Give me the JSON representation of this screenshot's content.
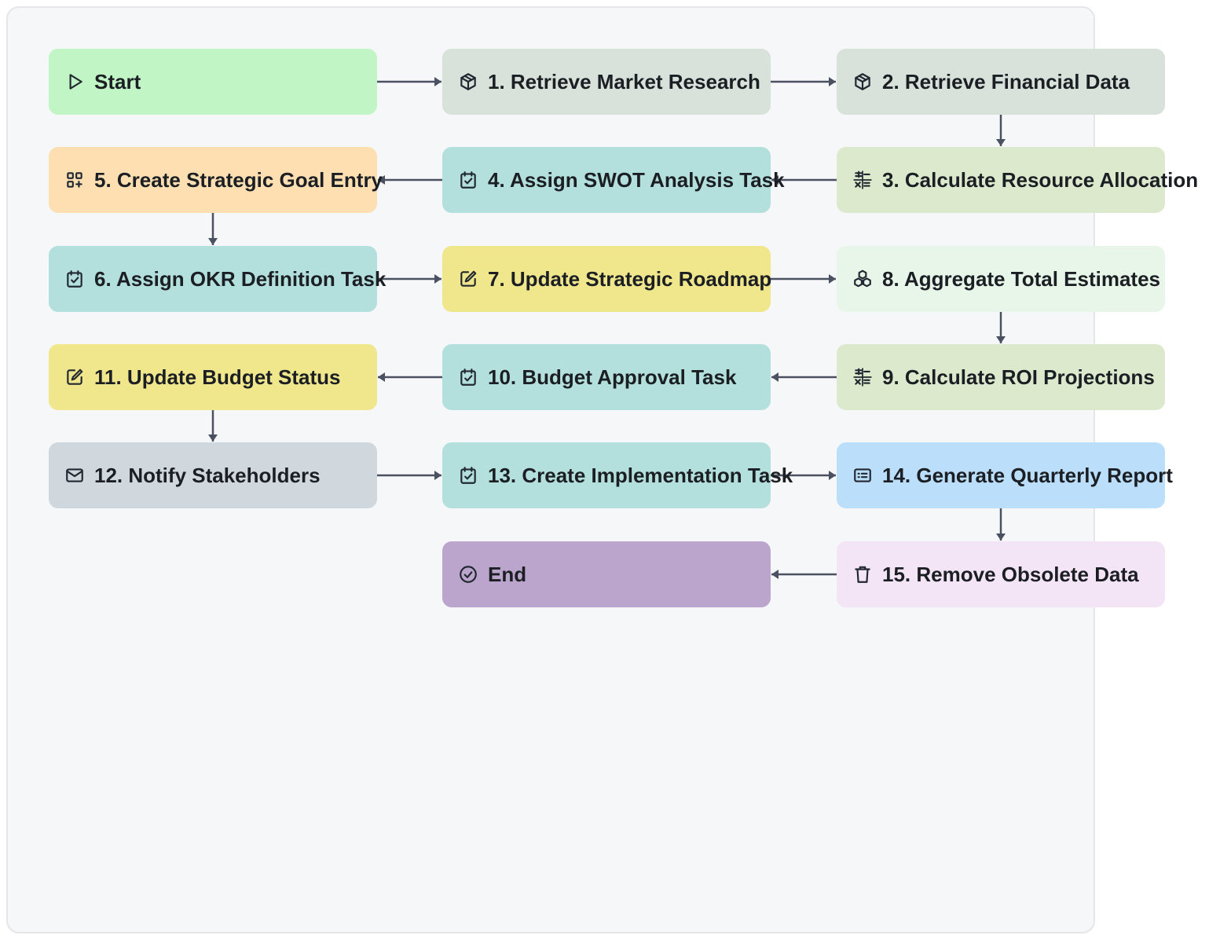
{
  "diagram": {
    "nodes": [
      {
        "id": "start",
        "label": "Start",
        "icon": "play-icon",
        "color": "#c2f5c5"
      },
      {
        "id": "n1",
        "label": "1. Retrieve Market Research",
        "icon": "box-icon",
        "color": "#d9e2da"
      },
      {
        "id": "n2",
        "label": "2. Retrieve Financial Data",
        "icon": "box-icon",
        "color": "#d9e2da"
      },
      {
        "id": "n3",
        "label": "3. Calculate Resource Allocation",
        "icon": "calculator-icon",
        "color": "#dde9cd"
      },
      {
        "id": "n4",
        "label": "4. Assign SWOT Analysis Task",
        "icon": "task-icon",
        "color": "#b3dfdc"
      },
      {
        "id": "n5",
        "label": "5. Create Strategic Goal Entry",
        "icon": "add-grid-icon",
        "color": "#fddfb2"
      },
      {
        "id": "n6",
        "label": "6. Assign OKR Definition Task",
        "icon": "task-icon",
        "color": "#b3dfdc"
      },
      {
        "id": "n7",
        "label": "7. Update Strategic Roadmap",
        "icon": "edit-icon",
        "color": "#f0e68c"
      },
      {
        "id": "n8",
        "label": "8. Aggregate Total Estimates",
        "icon": "aggregate-icon",
        "color": "#e8f5e9"
      },
      {
        "id": "n9",
        "label": "9. Calculate ROI Projections",
        "icon": "calculator-icon",
        "color": "#dde9cd"
      },
      {
        "id": "n10",
        "label": "10. Budget Approval Task",
        "icon": "task-icon",
        "color": "#b3dfdc"
      },
      {
        "id": "n11",
        "label": "11. Update Budget Status",
        "icon": "edit-icon",
        "color": "#f0e68c"
      },
      {
        "id": "n12",
        "label": "12. Notify Stakeholders",
        "icon": "mail-icon",
        "color": "#d0d8dd"
      },
      {
        "id": "n13",
        "label": "13. Create Implementation Task",
        "icon": "task-icon",
        "color": "#b3dfdc"
      },
      {
        "id": "n14",
        "label": "14. Generate Quarterly Report",
        "icon": "report-icon",
        "color": "#bbdefb"
      },
      {
        "id": "n15",
        "label": "15. Remove Obsolete Data",
        "icon": "trash-icon",
        "color": "#f3e5f5"
      },
      {
        "id": "end",
        "label": "End",
        "icon": "check-circle-icon",
        "color": "#bca5cc"
      }
    ],
    "edges": [
      [
        "start",
        "n1"
      ],
      [
        "n1",
        "n2"
      ],
      [
        "n2",
        "n3"
      ],
      [
        "n3",
        "n4"
      ],
      [
        "n4",
        "n5"
      ],
      [
        "n5",
        "n6"
      ],
      [
        "n6",
        "n7"
      ],
      [
        "n7",
        "n8"
      ],
      [
        "n8",
        "n9"
      ],
      [
        "n9",
        "n10"
      ],
      [
        "n10",
        "n11"
      ],
      [
        "n11",
        "n12"
      ],
      [
        "n12",
        "n13"
      ],
      [
        "n13",
        "n14"
      ],
      [
        "n14",
        "n15"
      ],
      [
        "n15",
        "end"
      ]
    ],
    "edge_color": "#4a5160"
  }
}
